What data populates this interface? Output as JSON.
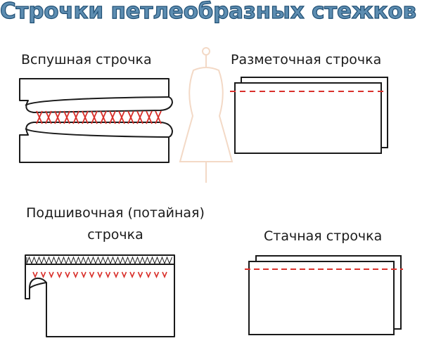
{
  "title": "Строчки петлеобразных стежков",
  "panels": {
    "vspushnaya": {
      "label": "Вспушная строчка"
    },
    "razmetochnaya": {
      "label": "Разметочная строчка"
    },
    "podshivochnaya": {
      "label_line1": "Подшивочная (потайная)",
      "label_line2": "строчка"
    },
    "stachnaya": {
      "label": "Стачная строчка"
    }
  },
  "colors": {
    "title_fill": "#5d8db1",
    "title_stroke": "#1f4e73",
    "stitch": "#d9302b",
    "outline": "#1a1a1a",
    "watermark": "#f3d9c6"
  }
}
